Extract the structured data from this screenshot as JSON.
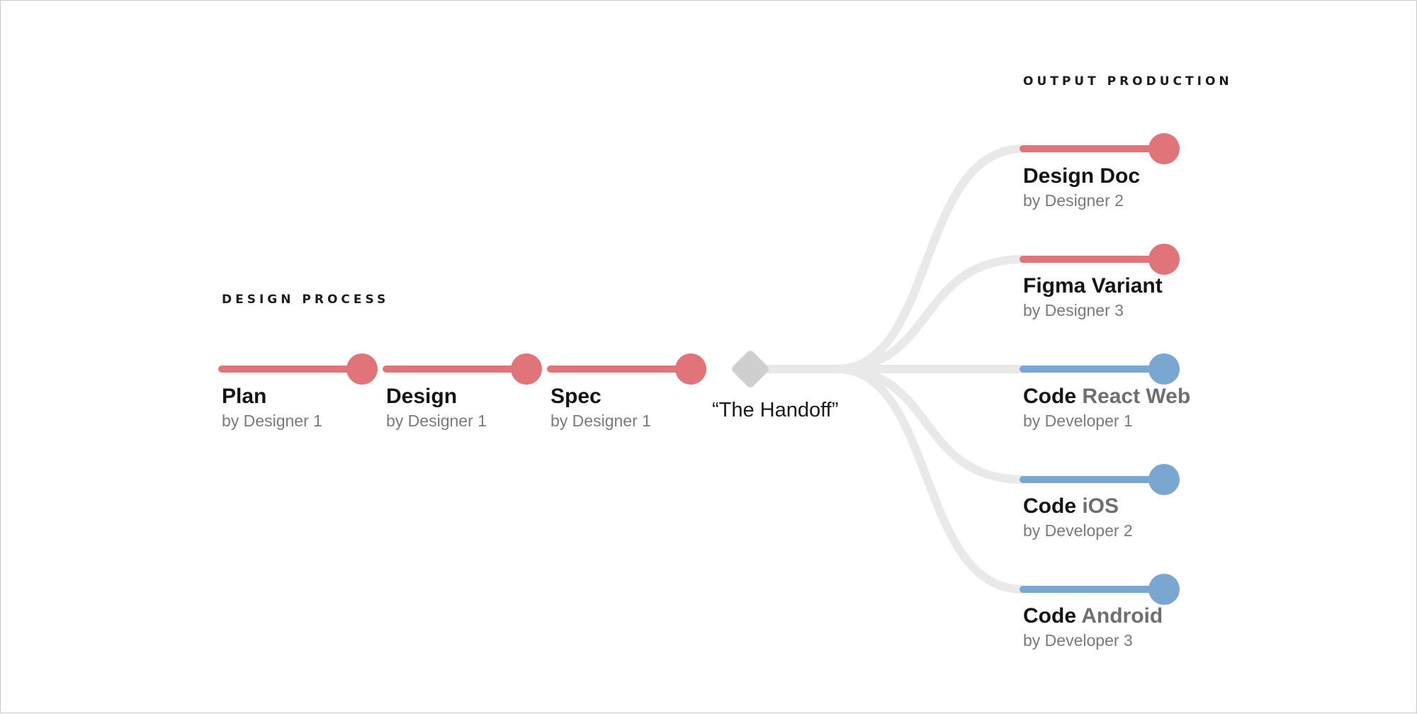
{
  "sections": {
    "design_process": "DESIGN PROCESS",
    "output_production": "OUTPUT PRODUCTION"
  },
  "colors": {
    "design_track": "#e07478",
    "code_track": "#7aa7d2",
    "connector": "#e9e9e9",
    "handoff_diamond": "#cfcfcf"
  },
  "process_steps": [
    {
      "title": "Plan",
      "by": "by Designer 1"
    },
    {
      "title": "Design",
      "by": "by Designer 1"
    },
    {
      "title": "Spec",
      "by": "by Designer 1"
    }
  ],
  "handoff": {
    "label": "“The Handoff”"
  },
  "outputs": [
    {
      "title": "Design Doc",
      "tech": "",
      "by": "by Designer 2",
      "kind": "design"
    },
    {
      "title": "Figma Variant",
      "tech": "",
      "by": "by Designer 3",
      "kind": "design"
    },
    {
      "title": "Code",
      "tech": "React Web",
      "by": "by Developer 1",
      "kind": "code"
    },
    {
      "title": "Code",
      "tech": "iOS",
      "by": "by Developer 2",
      "kind": "code"
    },
    {
      "title": "Code",
      "tech": "Android",
      "by": "by Developer 3",
      "kind": "code"
    }
  ]
}
